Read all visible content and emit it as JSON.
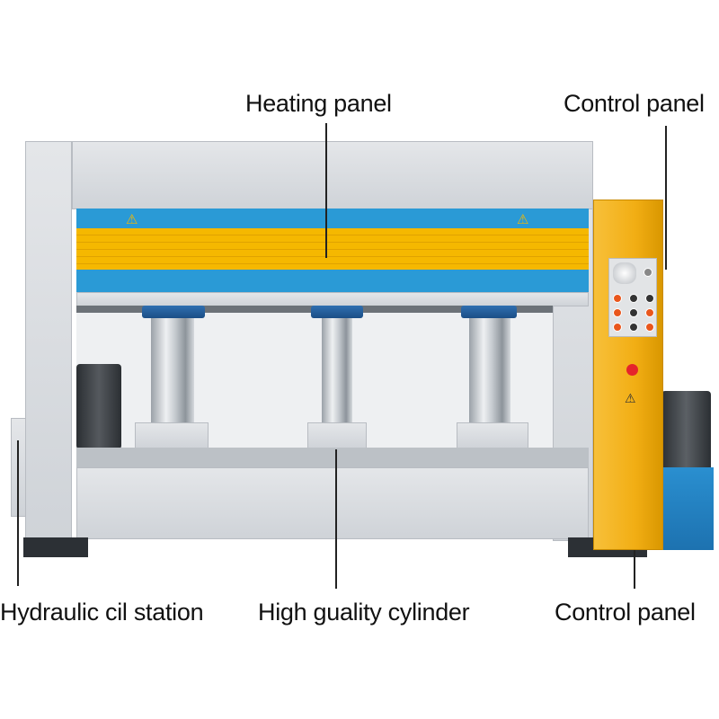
{
  "labels": {
    "heating_panel": "Heating panel",
    "control_panel_top": "Control panel",
    "hydraulic_station": "Hydraulic cil station",
    "cylinder": "High guality cylinder",
    "control_panel_bottom": "Control panel"
  },
  "colors": {
    "heating_blue": "#2a9ad6",
    "heating_yellow": "#f5b800",
    "cabinet_yellow": "#f2ae14",
    "frame_gray": "#d6d9dd"
  },
  "icons": [
    "warning-icon",
    "warning-icon",
    "warning-icon"
  ]
}
